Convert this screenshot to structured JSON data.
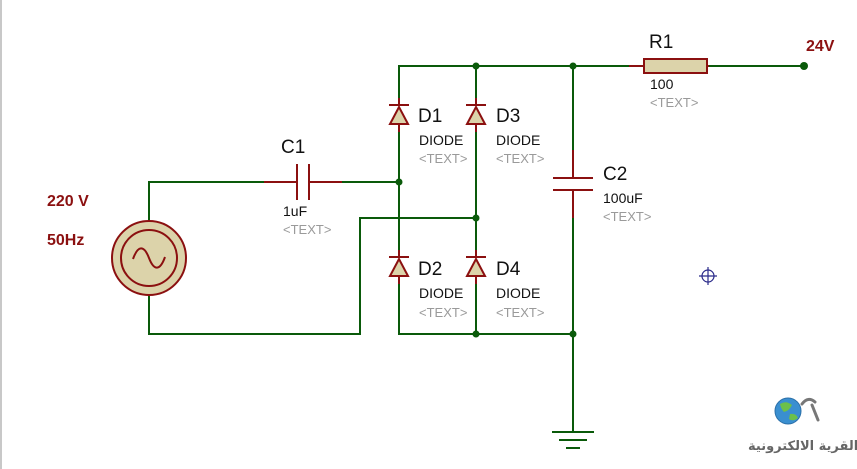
{
  "source": {
    "voltage": "220 V",
    "frequency": "50Hz"
  },
  "output_label": "24V",
  "components": {
    "c1": {
      "ref": "C1",
      "value": "1uF",
      "text": "<TEXT>"
    },
    "c2": {
      "ref": "C2",
      "value": "100uF",
      "text": "<TEXT>"
    },
    "r1": {
      "ref": "R1",
      "value": "100",
      "text": "<TEXT>"
    },
    "d1": {
      "ref": "D1",
      "value": "DIODE",
      "text": "<TEXT>"
    },
    "d2": {
      "ref": "D2",
      "value": "DIODE",
      "text": "<TEXT>"
    },
    "d3": {
      "ref": "D3",
      "value": "DIODE",
      "text": "<TEXT>"
    },
    "d4": {
      "ref": "D4",
      "value": "DIODE",
      "text": "<TEXT>"
    }
  },
  "logo": {
    "text": "القرية الالكترونية"
  },
  "colors": {
    "wire": "#0a5a0a",
    "component": "#8b1010",
    "body_fill": "#dcd3aa"
  }
}
